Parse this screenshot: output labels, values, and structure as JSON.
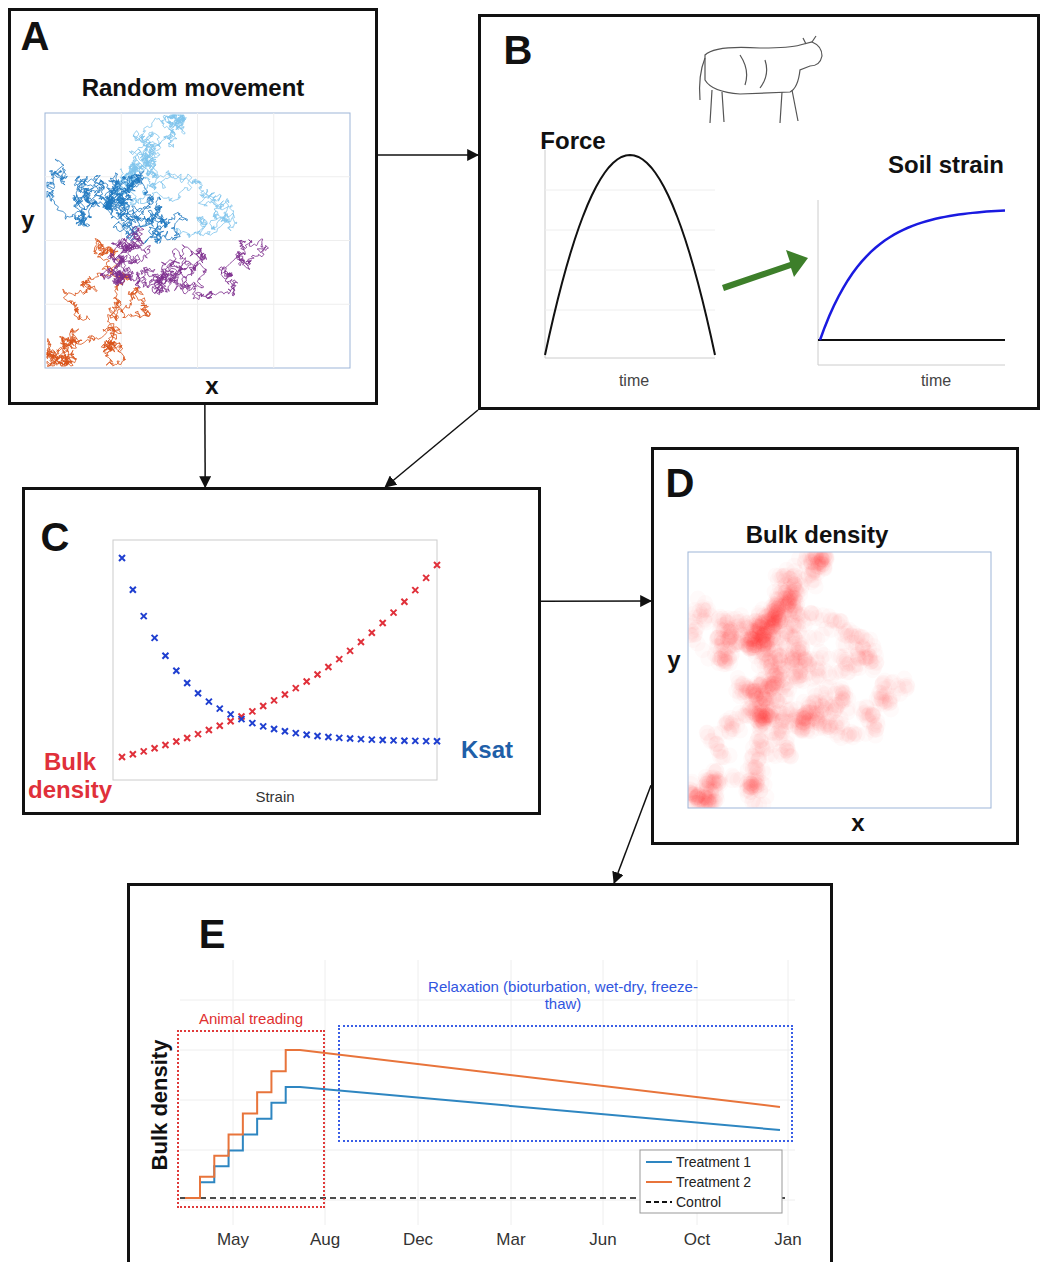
{
  "diagram": {
    "nodes": [
      {
        "text": [
          "A",
          "Random movement"
        ]
      },
      {
        "text": [
          "B",
          "Force",
          "Soil strain"
        ]
      },
      {
        "text": [
          "C"
        ]
      },
      {
        "text": [
          "D",
          "Bulk density"
        ]
      },
      {
        "text": [
          "E"
        ]
      },
      {
        "text": [
          "Animal treading"
        ],
        "in": 4
      },
      {
        "text": [
          "Relaxation (bioturbation, wet-dry, freeze-thaw)"
        ],
        "in": 4
      }
    ],
    "edges": [
      {
        "from": 0,
        "to": 1,
        "arrow": "to"
      },
      {
        "from": 0,
        "to": 2,
        "arrow": "to"
      },
      {
        "from": 1,
        "to": 2,
        "arrow": "to"
      },
      {
        "from": 2,
        "to": 3,
        "arrow": "to"
      },
      {
        "from": 3,
        "to": 4,
        "arrow": "to"
      }
    ],
    "labels": [
      "y",
      "x",
      "time",
      "time",
      "Bulk density",
      "Ksat",
      "Strain",
      "y",
      "x",
      "Bulk density",
      "May",
      "Aug",
      "Dec",
      "Mar",
      "Jun",
      "Oct",
      "Jan"
    ],
    "legend": [
      {
        "text": "Treatment 1"
      },
      {
        "text": "Treatment 2"
      },
      {
        "text": "Control"
      }
    ]
  }
}
